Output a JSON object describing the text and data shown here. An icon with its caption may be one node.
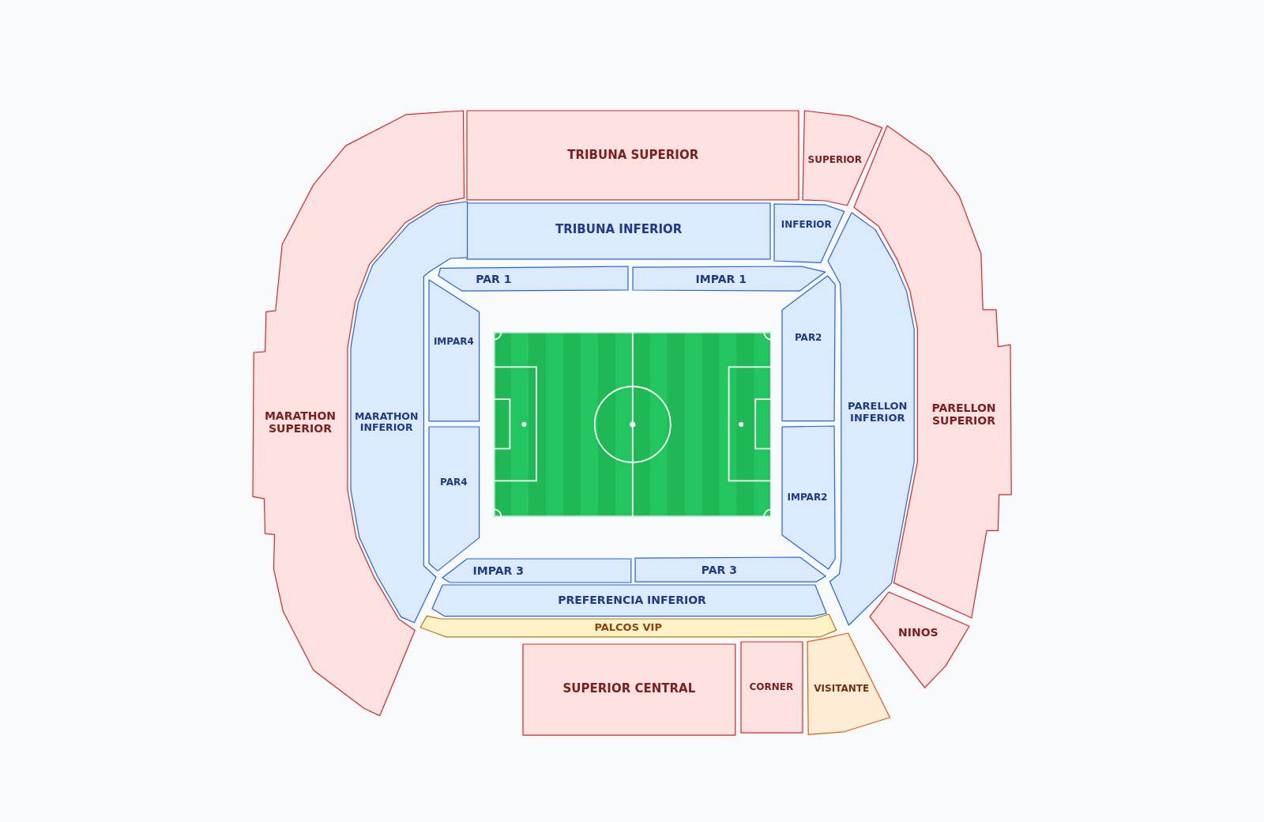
{
  "diagram": {
    "nodes": [
      {
        "text": [
          "TRIBUNA SUPERIOR"
        ]
      },
      {
        "text": [
          "SUPERIOR"
        ]
      },
      {
        "text": [
          "MARATHON SUPERIOR"
        ]
      },
      {
        "text": [
          "TRIBUNA INFERIOR"
        ]
      },
      {
        "text": [
          "INFERIOR"
        ]
      },
      {
        "text": [
          "PAR 1"
        ]
      },
      {
        "text": [
          "IMPAR 1"
        ]
      },
      {
        "text": [
          "IMPAR4"
        ]
      },
      {
        "text": [
          "PAR2"
        ]
      },
      {
        "text": [
          "MARATHON INFERIOR"
        ]
      },
      {
        "text": [
          "PARELLON INFERIOR"
        ]
      },
      {
        "text": [
          "PARELLON SUPERIOR"
        ]
      },
      {
        "text": [
          "PAR4"
        ]
      },
      {
        "text": [
          "IMPAR2"
        ]
      },
      {
        "text": [
          "IMPAR 3"
        ]
      },
      {
        "text": [
          "PAR 3"
        ]
      },
      {
        "text": [
          "PREFERENCIA INFERIOR"
        ]
      },
      {
        "text": [
          "PALCOS VIP"
        ]
      },
      {
        "text": [
          "NINOS"
        ]
      },
      {
        "text": [
          "SUPERIOR CENTRAL"
        ]
      },
      {
        "text": [
          "CORNER"
        ]
      },
      {
        "text": [
          "VISITANTE"
        ]
      }
    ]
  }
}
